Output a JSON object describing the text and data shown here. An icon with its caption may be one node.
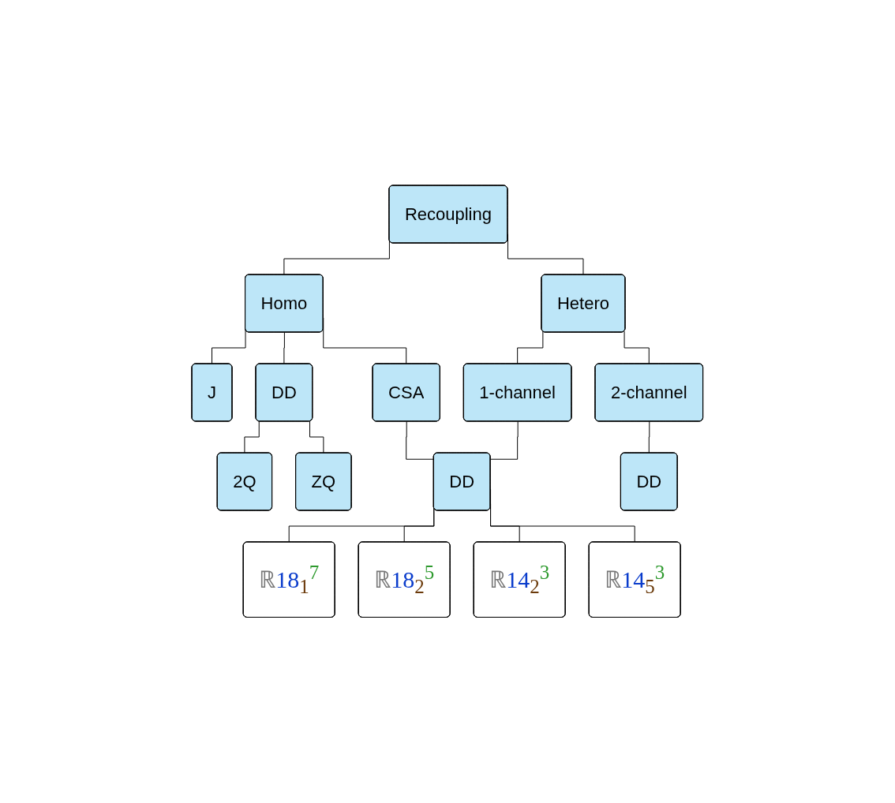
{
  "diagram": {
    "nodes": [
      {
        "text": [
          "Recoupling"
        ]
      },
      {
        "text": [
          "Homo"
        ]
      },
      {
        "text": [
          "Hetero"
        ]
      },
      {
        "text": [
          "J"
        ]
      },
      {
        "text": [
          "DD"
        ]
      },
      {
        "text": [
          "CSA"
        ]
      },
      {
        "text": [
          "1-channel"
        ]
      },
      {
        "text": [
          "2-channel"
        ]
      },
      {
        "text": [
          "2Q"
        ]
      },
      {
        "text": [
          "ZQ"
        ]
      },
      {
        "text": [
          "DD"
        ]
      },
      {
        "text": [
          "DD"
        ]
      },
      {
        "text": [
          "ℝ18$_{1}$$^{7}$"
        ]
      },
      {
        "text": [
          "ℝ18$_{2}$$^{5}$"
        ]
      },
      {
        "text": [
          "ℝ14$_{2}$$^{3}$"
        ]
      },
      {
        "text": [
          "ℝ14$_{5}$$^{3}$"
        ]
      }
    ],
    "edges": [
      {
        "from": 0,
        "to": 1,
        "arrow": "none"
      },
      {
        "from": 0,
        "to": 2,
        "arrow": "none"
      },
      {
        "from": 1,
        "to": 3,
        "arrow": "none"
      },
      {
        "from": 1,
        "to": 4,
        "arrow": "none"
      },
      {
        "from": 1,
        "to": 5,
        "arrow": "none"
      },
      {
        "from": 2,
        "to": 6,
        "arrow": "none"
      },
      {
        "from": 2,
        "to": 7,
        "arrow": "none"
      },
      {
        "from": 4,
        "to": 8,
        "arrow": "none"
      },
      {
        "from": 4,
        "to": 9,
        "arrow": "none"
      },
      {
        "from": 5,
        "to": 10,
        "arrow": "none"
      },
      {
        "from": 6,
        "to": 10,
        "arrow": "none"
      },
      {
        "from": 7,
        "to": 11,
        "arrow": "none"
      },
      {
        "from": 10,
        "to": 12,
        "arrow": "none"
      },
      {
        "from": 10,
        "to": 13,
        "arrow": "none"
      },
      {
        "from": 10,
        "to": 14,
        "arrow": "none"
      },
      {
        "from": 10,
        "to": 15,
        "arrow": "none"
      }
    ]
  }
}
